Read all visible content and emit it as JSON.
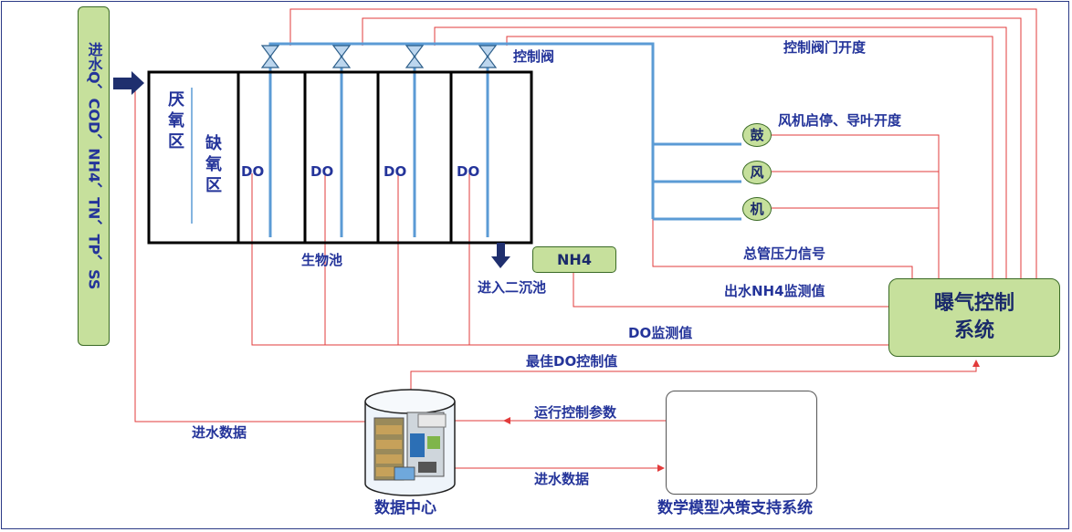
{
  "inflow": {
    "text": "进水Q、COD、NH4、TN、TP、SS"
  },
  "zones": {
    "anaerobic": "厌氧区",
    "anoxic": "缺氧区"
  },
  "do_labels": [
    "DO",
    "DO",
    "DO",
    "DO"
  ],
  "control_valve": "控制阀",
  "valve_opening": "控制阀门开度",
  "fan_start_stop": "风机启停、导叶开度",
  "blower_chars": [
    "鼓",
    "风",
    "机"
  ],
  "bio_tank": "生物池",
  "to_clarifier": "进入二沉池",
  "nh4_sensor": "NH4",
  "header_pressure": "总管压力信号",
  "effluent_nh4": "出水NH4监测值",
  "do_monitor": "DO监测值",
  "aeration_system": {
    "line1": "曝气控制",
    "line2": "系统"
  },
  "optimal_do": "最佳DO控制值",
  "run_params": "运行控制参数",
  "inflow_data_left": "进水数据",
  "inflow_data_right": "进水数据",
  "data_center": "数据中心",
  "decision_system": "数学模型决策支持系统",
  "colors": {
    "text": "#24349a",
    "box_fill": "#c6e09c",
    "box_border": "#3a6a25",
    "air_pipe": "#5b9bd5",
    "signal": "#e23b3b",
    "tank": "#000000"
  }
}
